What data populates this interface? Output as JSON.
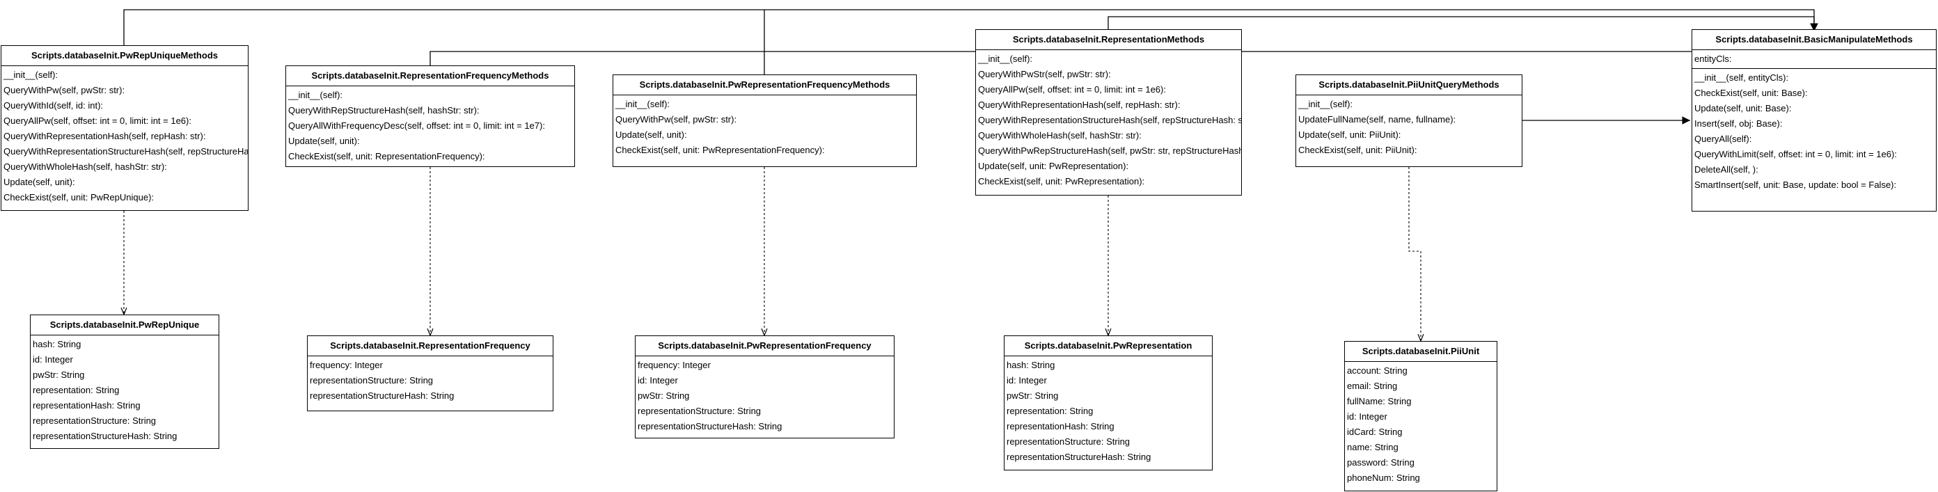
{
  "classes": [
    {
      "id": "pwRepUniqueMethods",
      "name": "Scripts.databaseInit.PwRepUniqueMethods",
      "attributes": [],
      "methods": [
        "__init__(self):",
        "QueryWithPw(self, pwStr: str):",
        "QueryWithId(self, id: int):",
        "QueryAllPw(self, offset: int = 0, limit: int = 1e6):",
        "QueryWithRepresentationHash(self, repHash: str):",
        "QueryWithRepresentationStructureHash(self, repStructureHash: str):",
        "QueryWithWholeHash(self, hashStr: str):",
        "Update(self, unit):",
        "CheckExist(self, unit: PwRepUnique):"
      ]
    },
    {
      "id": "representationFrequencyMethods",
      "name": "Scripts.databaseInit.RepresentationFrequencyMethods",
      "attributes": [],
      "methods": [
        "__init__(self):",
        "QueryWithRepStructureHash(self, hashStr: str):",
        "QueryAllWithFrequencyDesc(self, offset: int = 0, limit: int = 1e7):",
        "Update(self, unit):",
        "CheckExist(self, unit: RepresentationFrequency):"
      ]
    },
    {
      "id": "pwRepresentationFrequencyMethods",
      "name": "Scripts.databaseInit.PwRepresentationFrequencyMethods",
      "attributes": [],
      "methods": [
        "__init__(self):",
        "QueryWithPw(self, pwStr: str):",
        "Update(self, unit):",
        "CheckExist(self, unit: PwRepresentationFrequency):"
      ]
    },
    {
      "id": "representationMethods",
      "name": "Scripts.databaseInit.RepresentationMethods",
      "attributes": [],
      "methods": [
        "__init__(self):",
        "QueryWithPwStr(self, pwStr: str):",
        "QueryAllPw(self, offset: int = 0, limit: int = 1e6):",
        "QueryWithRepresentationHash(self, repHash: str):",
        "QueryWithRepresentationStructureHash(self, repStructureHash: str):",
        "QueryWithWholeHash(self, hashStr: str):",
        "QueryWithPwRepStructureHash(self, pwStr: str, repStructureHash: str):",
        "Update(self, unit: PwRepresentation):",
        "CheckExist(self, unit: PwRepresentation):"
      ]
    },
    {
      "id": "piiUnitQueryMethods",
      "name": "Scripts.databaseInit.PiiUnitQueryMethods",
      "attributes": [],
      "methods": [
        "__init__(self):",
        "UpdateFullName(self, name, fullname):",
        "Update(self, unit: PiiUnit):",
        "CheckExist(self, unit: PiiUnit):"
      ]
    },
    {
      "id": "basicManipulateMethods",
      "name": "Scripts.databaseInit.BasicManipulateMethods",
      "attributes": [
        "entityCls:"
      ],
      "methods": [
        "__init__(self, entityCls):",
        "CheckExist(self, unit: Base):",
        "Update(self, unit: Base):",
        "Insert(self, obj: Base):",
        "QueryAll(self):",
        "QueryWithLimit(self, offset: int = 0, limit: int = 1e6):",
        "DeleteAll(self, ):",
        "SmartInsert(self, unit: Base, update: bool = False):"
      ]
    },
    {
      "id": "pwRepUnique",
      "name": "Scripts.databaseInit.PwRepUnique",
      "attributes": [
        "hash: String",
        "id: Integer",
        "pwStr: String",
        "representation: String",
        "representationHash: String",
        "representationStructure: String",
        "representationStructureHash: String"
      ],
      "methods": []
    },
    {
      "id": "representationFrequency",
      "name": "Scripts.databaseInit.RepresentationFrequency",
      "attributes": [
        "frequency: Integer",
        "representationStructure: String",
        "representationStructureHash: String"
      ],
      "methods": []
    },
    {
      "id": "pwRepresentationFrequency",
      "name": "Scripts.databaseInit.PwRepresentationFrequency",
      "attributes": [
        "frequency: Integer",
        "id: Integer",
        "pwStr: String",
        "representationStructure: String",
        "representationStructureHash: String"
      ],
      "methods": []
    },
    {
      "id": "pwRepresentation",
      "name": "Scripts.databaseInit.PwRepresentation",
      "attributes": [
        "hash: String",
        "id: Integer",
        "pwStr: String",
        "representation: String",
        "representationHash: String",
        "representationStructure: String",
        "representationStructureHash: String"
      ],
      "methods": []
    },
    {
      "id": "piiUnit",
      "name": "Scripts.databaseInit.PiiUnit",
      "attributes": [
        "account: String",
        "email: String",
        "fullName: String",
        "id: Integer",
        "idCard: String",
        "name: String",
        "password: String",
        "phoneNum: String"
      ],
      "methods": []
    }
  ],
  "edges": [
    {
      "from": "pwRepUniqueMethods",
      "to": "basicManipulateMethods",
      "kind": "inheritance"
    },
    {
      "from": "representationFrequencyMethods",
      "to": "basicManipulateMethods",
      "kind": "inheritance"
    },
    {
      "from": "pwRepresentationFrequencyMethods",
      "to": "basicManipulateMethods",
      "kind": "inheritance"
    },
    {
      "from": "representationMethods",
      "to": "basicManipulateMethods",
      "kind": "inheritance"
    },
    {
      "from": "piiUnitQueryMethods",
      "to": "basicManipulateMethods",
      "kind": "inheritance"
    },
    {
      "from": "pwRepUniqueMethods",
      "to": "pwRepUnique",
      "kind": "dependency"
    },
    {
      "from": "representationFrequencyMethods",
      "to": "representationFrequency",
      "kind": "dependency"
    },
    {
      "from": "pwRepresentationFrequencyMethods",
      "to": "pwRepresentationFrequency",
      "kind": "dependency"
    },
    {
      "from": "representationMethods",
      "to": "pwRepresentation",
      "kind": "dependency"
    },
    {
      "from": "piiUnitQueryMethods",
      "to": "piiUnit",
      "kind": "dependency"
    }
  ],
  "colors": {
    "line": "#000000",
    "box": "#ffffff",
    "text": "#000000"
  }
}
